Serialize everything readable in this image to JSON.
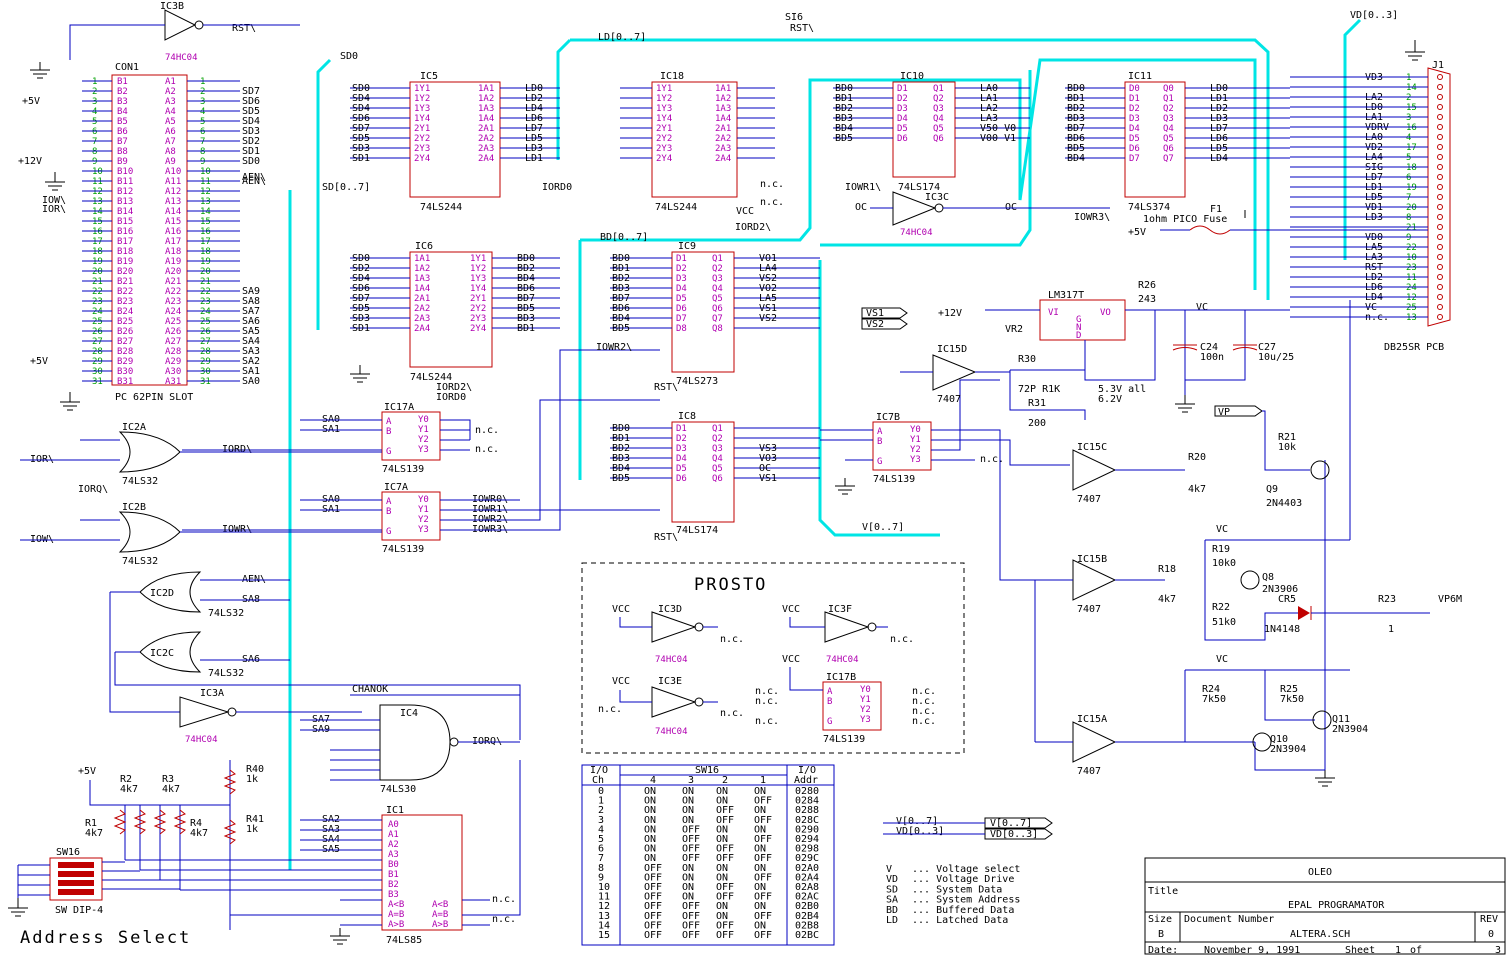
{
  "title_block": {
    "company": "OLEO",
    "title_label": "Title",
    "title": "EPAL PROGRAMATOR",
    "size_label": "Size",
    "size": "B",
    "docnum_label": "Document Number",
    "docnum": "ALTERA.SCH",
    "rev_label": "REV",
    "rev": "0",
    "date_label": "Date:",
    "date": "November  9, 1991",
    "sheet_label": "Sheet",
    "sheet": "1",
    "of_label": "of",
    "of": "3"
  },
  "section_labels": {
    "address_select": "Address Select",
    "prosto": "PROSTO"
  },
  "legend": [
    {
      "key": "V",
      "desc": "... Voltage select"
    },
    {
      "key": "VD",
      "desc": "... Voltage Drive"
    },
    {
      "key": "SD",
      "desc": "... System Data"
    },
    {
      "key": "SA",
      "desc": "... System Address"
    },
    {
      "key": "BD",
      "desc": "... Buffered Data"
    },
    {
      "key": "LD",
      "desc": "... Latched Data"
    }
  ],
  "io_table": {
    "headers": [
      "I/O Ch",
      "4",
      "3",
      "2",
      "1",
      "I/O Addr"
    ],
    "sw_title": "SW16",
    "rows": [
      [
        "0",
        "ON",
        "ON",
        "ON",
        "ON",
        "0280"
      ],
      [
        "1",
        "ON",
        "ON",
        "ON",
        "OFF",
        "0284"
      ],
      [
        "2",
        "ON",
        "ON",
        "OFF",
        "ON",
        "0288"
      ],
      [
        "3",
        "ON",
        "ON",
        "OFF",
        "OFF",
        "028C"
      ],
      [
        "4",
        "ON",
        "OFF",
        "ON",
        "ON",
        "0290"
      ],
      [
        "5",
        "ON",
        "OFF",
        "ON",
        "OFF",
        "0294"
      ],
      [
        "6",
        "ON",
        "OFF",
        "OFF",
        "ON",
        "0298"
      ],
      [
        "7",
        "ON",
        "OFF",
        "OFF",
        "OFF",
        "029C"
      ],
      [
        "8",
        "OFF",
        "ON",
        "ON",
        "ON",
        "02A0"
      ],
      [
        "9",
        "OFF",
        "ON",
        "ON",
        "OFF",
        "02A4"
      ],
      [
        "10",
        "OFF",
        "ON",
        "OFF",
        "ON",
        "02A8"
      ],
      [
        "11",
        "OFF",
        "ON",
        "OFF",
        "OFF",
        "02AC"
      ],
      [
        "12",
        "OFF",
        "OFF",
        "ON",
        "ON",
        "02B0"
      ],
      [
        "13",
        "OFF",
        "OFF",
        "ON",
        "OFF",
        "02B4"
      ],
      [
        "14",
        "OFF",
        "OFF",
        "OFF",
        "ON",
        "02B8"
      ],
      [
        "15",
        "OFF",
        "OFF",
        "OFF",
        "OFF",
        "02BC"
      ]
    ]
  },
  "components": {
    "con1": {
      "ref": "CON1",
      "value": "PC 62PIN SLOT"
    },
    "ic5": {
      "ref": "IC5",
      "value": "74LS244"
    },
    "ic18": {
      "ref": "IC18",
      "value": "74LS244"
    },
    "ic10": {
      "ref": "IC10",
      "value": "74LS174"
    },
    "ic11": {
      "ref": "IC11",
      "value": "74LS374"
    },
    "ic6": {
      "ref": "IC6",
      "value": "74LS244"
    },
    "ic9": {
      "ref": "IC9",
      "value": "74LS273"
    },
    "ic8": {
      "ref": "IC8",
      "value": "74LS174"
    },
    "ic17a": {
      "ref": "IC17A",
      "value": "74LS139"
    },
    "ic7a": {
      "ref": "IC7A",
      "value": "74LS139"
    },
    "ic7b": {
      "ref": "IC7B",
      "value": "74LS139"
    },
    "ic17b": {
      "ref": "IC17B",
      "value": "74LS139"
    },
    "ic2a": {
      "ref": "IC2A",
      "value": "74LS32"
    },
    "ic2b": {
      "ref": "IC2B",
      "value": "74LS32"
    },
    "ic2d": {
      "ref": "IC2D",
      "value": "74LS32"
    },
    "ic2c": {
      "ref": "IC2C",
      "value": "74LS32"
    },
    "ic3b": {
      "ref": "IC3B",
      "value": "74HC04"
    },
    "ic3a": {
      "ref": "IC3A",
      "value": "74HC04"
    },
    "ic3c": {
      "ref": "IC3C",
      "value": "74HC04"
    },
    "ic3d": {
      "ref": "IC3D",
      "value": "74HC04"
    },
    "ic3e": {
      "ref": "IC3E",
      "value": "74HC04"
    },
    "ic3f": {
      "ref": "IC3F",
      "value": "74HC04"
    },
    "ic4": {
      "ref": "IC4",
      "value": "74LS30"
    },
    "ic1": {
      "ref": "IC1",
      "value": "74LS85"
    },
    "ic15a": {
      "ref": "IC15A",
      "value": "7407"
    },
    "ic15b": {
      "ref": "IC15B",
      "value": "7407"
    },
    "ic15c": {
      "ref": "IC15C",
      "value": "7407"
    },
    "ic15d": {
      "ref": "IC15D",
      "value": "7407"
    },
    "lm317": {
      "ref": "LM317T",
      "value": "VR2"
    },
    "j1": {
      "ref": "J1",
      "value": "DB25SR PCB"
    },
    "sw16": {
      "ref": "SW16",
      "value": "SW DIP-4"
    },
    "q9": {
      "ref": "Q9",
      "value": "2N4403"
    },
    "q8": {
      "ref": "Q8",
      "value": "2N3906"
    },
    "q10": {
      "ref": "Q10",
      "value": "2N3904"
    },
    "q11": {
      "ref": "Q11",
      "value": "2N3904"
    },
    "cr5": {
      "ref": "CR5",
      "value": "1N4148"
    },
    "f1": {
      "ref": "F1",
      "value": "1ohm PICO Fuse"
    },
    "r26": {
      "ref": "R26",
      "value": "243"
    },
    "r30": {
      "ref": "R30",
      "value": "72P R1K"
    },
    "r31": {
      "ref": "R31",
      "value": "200"
    },
    "c24": {
      "ref": "C24",
      "value": "100n"
    },
    "c27": {
      "ref": "C27",
      "value": "10u/25"
    },
    "r21": {
      "ref": "R21",
      "value": "10k"
    },
    "r20": {
      "ref": "R20",
      "value": "4k7"
    },
    "r19": {
      "ref": "R19",
      "value": "10k0"
    },
    "r18": {
      "ref": "R18",
      "value": "4k7"
    },
    "r22": {
      "ref": "R22",
      "value": "51k0"
    },
    "r23": {
      "ref": "R23",
      "value": "1"
    },
    "r24": {
      "ref": "R24",
      "value": "7k50"
    },
    "r25": {
      "ref": "R25",
      "value": "7k50"
    },
    "r1": {
      "ref": "R1",
      "value": "4k7"
    },
    "r2": {
      "ref": "R2",
      "value": "4k7"
    },
    "r3": {
      "ref": "R3",
      "value": "4k7"
    },
    "r4": {
      "ref": "R4",
      "value": "4k7"
    },
    "r40": {
      "ref": "R40",
      "value": "1k"
    },
    "r41": {
      "ref": "R41",
      "value": "1k"
    }
  },
  "nets": {
    "rst": "RST\\",
    "ld_bus": "LD[0..7]",
    "sd_bus": "SD[0..7]",
    "bd_bus": "BD[0..7]",
    "v_bus": "V[0..7]",
    "vd_bus": "VD[0..3]",
    "iordo": "IORD0",
    "iord2": "IORD2\\",
    "iowr1": "IOWR1\\",
    "iowr2": "IOWR2\\",
    "iowr3": "IOWR3\\",
    "iord": "IORD\\",
    "iowr": "IOWR\\",
    "iorq": "IORQ\\",
    "chanok": "CHANOK",
    "aen": "AEN\\",
    "sd0": "SD0",
    "si6": "SI6",
    "plus5v": "+5V",
    "plus12v": "+12V",
    "vc": "VC",
    "vp": "VP",
    "vp6m": "VP6M",
    "vs1": "VS1",
    "vs2": "VS2",
    "oc": "OC",
    "nc": "n.c.",
    "v_out1": "5.3V all",
    "v_out2": "6.2V"
  },
  "j1_pins": [
    {
      "sig": "VD3",
      "pin": "1"
    },
    {
      "sig": "",
      "pin": "14"
    },
    {
      "sig": "LA2",
      "pin": "2"
    },
    {
      "sig": "LD0",
      "pin": "15"
    },
    {
      "sig": "LA1",
      "pin": "3"
    },
    {
      "sig": "VDRV",
      "pin": "16"
    },
    {
      "sig": "LA0",
      "pin": "4"
    },
    {
      "sig": "VD2",
      "pin": "17"
    },
    {
      "sig": "LA4",
      "pin": "5"
    },
    {
      "sig": "SIG",
      "pin": "18"
    },
    {
      "sig": "LD7",
      "pin": "6"
    },
    {
      "sig": "LD1",
      "pin": "19"
    },
    {
      "sig": "LD5",
      "pin": "7"
    },
    {
      "sig": "VD1",
      "pin": "20"
    },
    {
      "sig": "LD3",
      "pin": "8"
    },
    {
      "sig": "",
      "pin": "21"
    },
    {
      "sig": "VD0",
      "pin": "9"
    },
    {
      "sig": "LA5",
      "pin": "22"
    },
    {
      "sig": "LA3",
      "pin": "10"
    },
    {
      "sig": "RST",
      "pin": "23"
    },
    {
      "sig": "LD2",
      "pin": "11"
    },
    {
      "sig": "LD6",
      "pin": "24"
    },
    {
      "sig": "LD4",
      "pin": "12"
    },
    {
      "sig": "VC",
      "pin": "25"
    },
    {
      "sig": "n.c.",
      "pin": "13"
    }
  ],
  "con1_rows": [
    "1",
    "2",
    "3",
    "4",
    "5",
    "6",
    "7",
    "8",
    "9",
    "10",
    "11",
    "12",
    "13",
    "14",
    "15",
    "16",
    "17",
    "18",
    "19",
    "20",
    "21",
    "22",
    "23",
    "24",
    "25",
    "26",
    "27",
    "28",
    "29",
    "30",
    "31"
  ],
  "con1_right_nets": [
    "",
    "SD7",
    "SD6",
    "SD5",
    "SD4",
    "SD3",
    "SD2",
    "SD1",
    "SD0",
    "",
    "AEN\\",
    "",
    "",
    "",
    "",
    "",
    "",
    "",
    "",
    "",
    "",
    "SA9",
    "SA8",
    "SA7",
    "SA6",
    "SA5",
    "SA4",
    "SA3",
    "SA2",
    "SA1",
    "SA0"
  ],
  "ic5_inputs": [
    "SD0",
    "SD4",
    "SD4",
    "SD6",
    "SD7",
    "SD5",
    "SD3",
    "SD1"
  ],
  "ic5_outputs": [
    "LD0",
    "LD2",
    "LD4",
    "LD6",
    "LD7",
    "LD5",
    "LD3",
    "LD1"
  ],
  "ic6_inputs": [
    "SD0",
    "SD2",
    "SD4",
    "SD6",
    "SD7",
    "SD5",
    "SD3",
    "SD1"
  ],
  "ic6_outputs": [
    "BD0",
    "BD2",
    "BD4",
    "BD6",
    "BD7",
    "BD5",
    "BD3",
    "BD1"
  ],
  "ic9_inputs": [
    "BD0",
    "BD1",
    "BD2",
    "BD3",
    "BD7",
    "BD6",
    "BD4",
    "BD5"
  ],
  "ic9_outputs": [
    "VO1",
    "LA4",
    "VS2",
    "VO2",
    "LA5",
    "VS1",
    "VS2",
    ""
  ],
  "ic8_inputs": [
    "BD0",
    "BD1",
    "BD2",
    "BD3",
    "BD4",
    "BD5"
  ],
  "ic8_outputs": [
    "",
    "",
    "VS3",
    "VO3",
    "OC",
    "VS1"
  ],
  "ic10_inputs": [
    "BD0",
    "BD1",
    "BD2",
    "BD3",
    "BD4",
    "BD5"
  ],
  "ic10_outputs": [
    "LA0",
    "LA1",
    "LA2",
    "LA3",
    "V50 V0",
    "V00 V1"
  ],
  "ic11_inputs": [
    "BD0",
    "BD1",
    "BD2",
    "BD3",
    "BD7",
    "BD6",
    "BD5",
    "BD4"
  ],
  "ic11_outputs": [
    "LD0",
    "LD1",
    "LD2",
    "LD3",
    "LD7",
    "LD6",
    "LD5",
    "LD4"
  ]
}
